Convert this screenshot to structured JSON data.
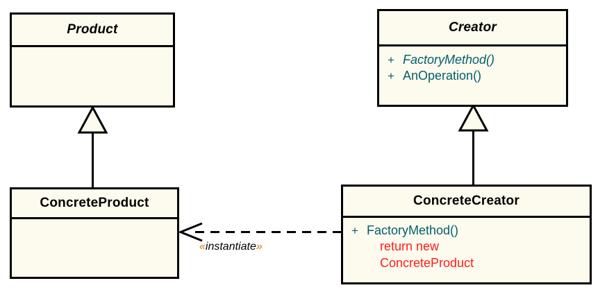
{
  "diagram": {
    "title": "Factory Method pattern UML class diagram",
    "colors": {
      "class_fill": "#fdfaee",
      "border": "#000000",
      "member_text": "#005f6b",
      "note_text": "#ff1d1d",
      "guillemet": "#cf6a10",
      "background": "#ffffff"
    }
  },
  "classes": {
    "product": {
      "name": "Product",
      "abstract": true,
      "members": []
    },
    "creator": {
      "name": "Creator",
      "abstract": true,
      "members": [
        {
          "visibility": "+",
          "signature": "FactoryMethod()",
          "abstract": true
        },
        {
          "visibility": "+",
          "signature": "AnOperation()",
          "abstract": false
        }
      ]
    },
    "concrete_product": {
      "name": "ConcreteProduct",
      "abstract": false,
      "members": []
    },
    "concrete_creator": {
      "name": "ConcreteCreator",
      "abstract": false,
      "members": [
        {
          "visibility": "+",
          "signature": "FactoryMethod()",
          "abstract": false
        }
      ],
      "notes": [
        "return new",
        "ConcreteProduct"
      ]
    }
  },
  "relationships": {
    "product_generalization": {
      "kind": "generalization",
      "from": "ConcreteProduct",
      "to": "Product"
    },
    "creator_generalization": {
      "kind": "generalization",
      "from": "ConcreteCreator",
      "to": "Creator"
    },
    "instantiate_dependency": {
      "kind": "dependency",
      "from": "ConcreteCreator",
      "to": "ConcreteProduct",
      "stereotype_open": "«",
      "stereotype_text": "instantiate",
      "stereotype_close": "»"
    }
  }
}
